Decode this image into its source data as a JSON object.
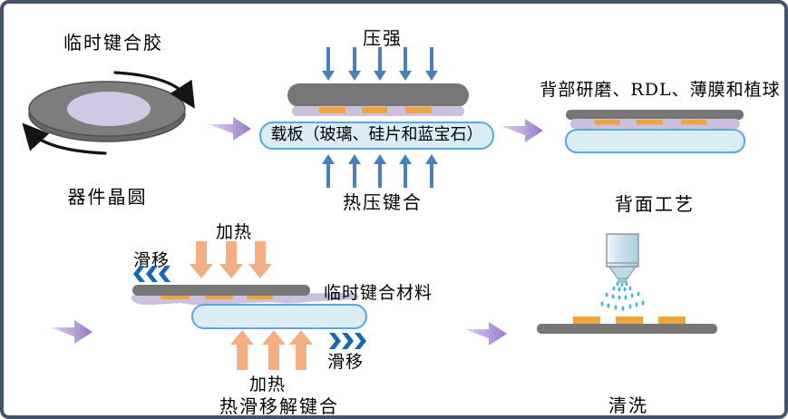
{
  "colors": {
    "frame": "#44536a",
    "chip_gray": "#767676",
    "wafer_gray": "#7d7d7d",
    "wafer_edge": "#4f4f4f",
    "adhesive_lavender": "#cbc0dd",
    "wafer_center_lavender": "#d2c8e3",
    "pad_orange": "#f0a43c",
    "carrier_fill": "#daedf7",
    "carrier_border": "#58a7d8",
    "press_arrow_blue": "#4a7fbe",
    "slide_chevron_blue": "#1567b3",
    "heat_arrow_orange": "#f4ae83",
    "flow_arrow_purple": "#9a7dc8",
    "spray_blue": "#45b6dc",
    "rotation_arrow_black": "#141414"
  },
  "stage_device_wafer": {
    "adhesive_label": "临时键合胶",
    "caption": "器件晶圆"
  },
  "stage_thermocompression": {
    "pressure_label": "压强",
    "carrier_label": "载板（玻璃、硅片和蓝宝石）",
    "caption": "热压键合"
  },
  "stage_backside": {
    "process_label": "背部研磨、RDL、薄膜和植球",
    "caption": "背面工艺"
  },
  "stage_debond": {
    "heat_label_top": "加热",
    "heat_label_bottom": "加热",
    "slide_label_left": "滑移",
    "slide_label_right": "滑移",
    "material_label": "临时键合材料",
    "caption": "热滑移解键合"
  },
  "stage_clean": {
    "caption": "清洗"
  }
}
